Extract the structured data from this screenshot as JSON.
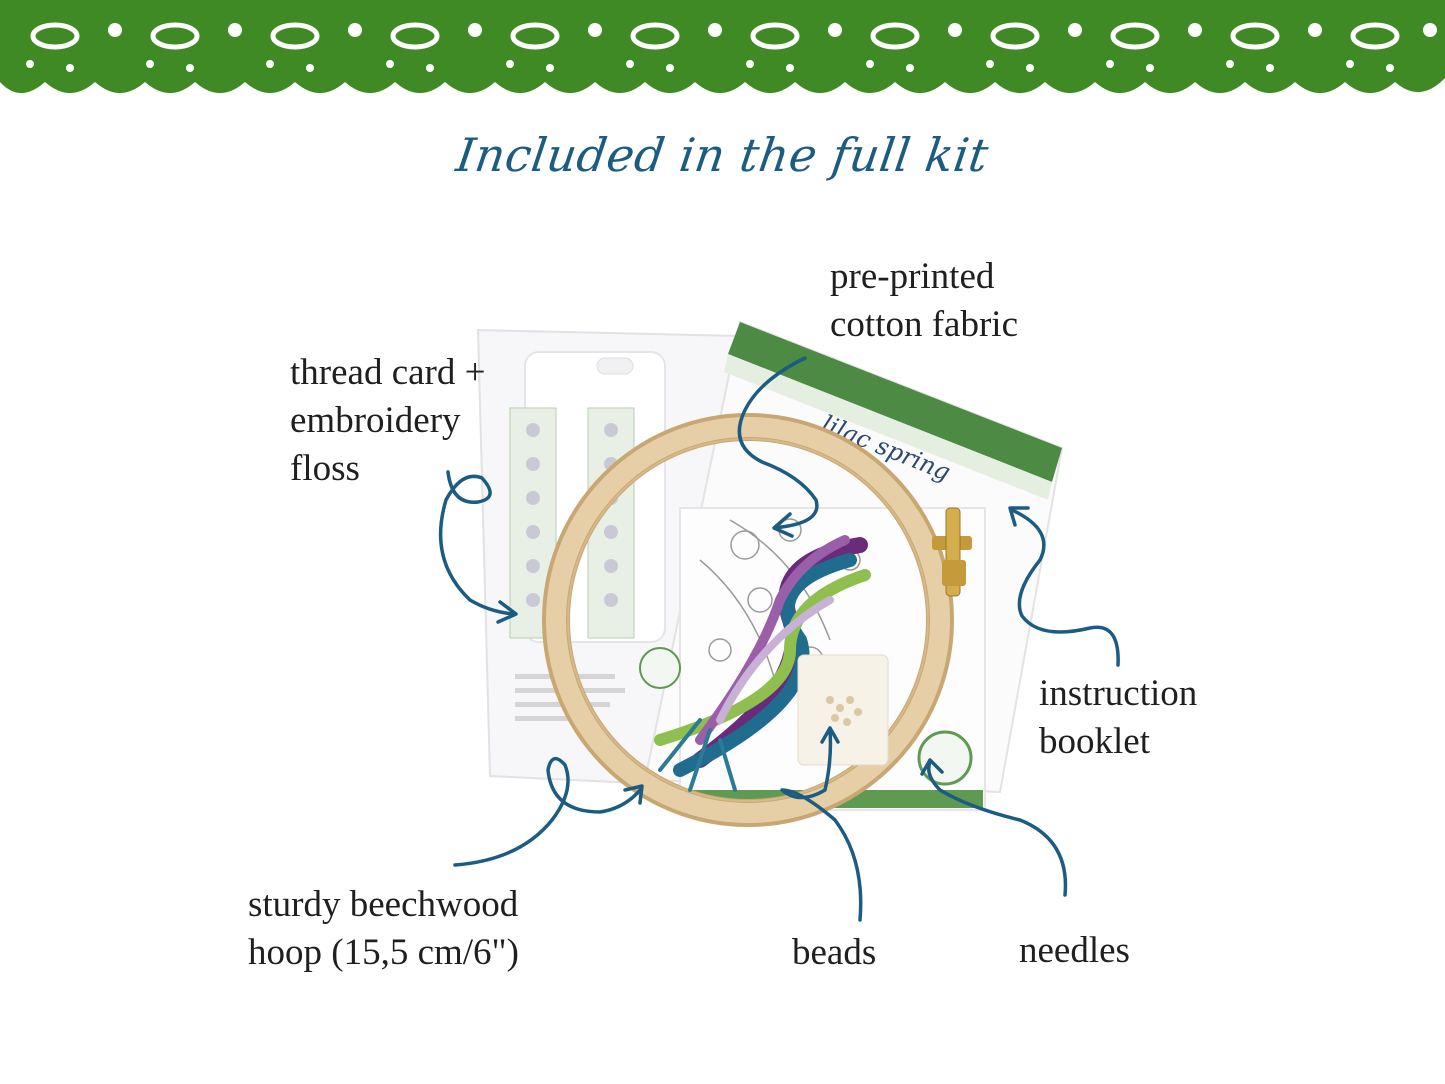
{
  "header": {
    "title": "Included in the full kit"
  },
  "labels": {
    "thread_card": "thread card +\nembroidery\nfloss",
    "fabric": "pre-printed\ncotton fabric",
    "booklet": "instruction\nbooklet",
    "hoop": "sturdy beechwood\nhoop (15,5 cm/6\")",
    "beads": "beads",
    "needles": "needles"
  },
  "product": {
    "fabric_title": "lilac spring"
  },
  "colors": {
    "lace_green": "#3f8a25",
    "arrow_blue": "#1c5c82",
    "hoop_wood": "#e3c79e"
  }
}
